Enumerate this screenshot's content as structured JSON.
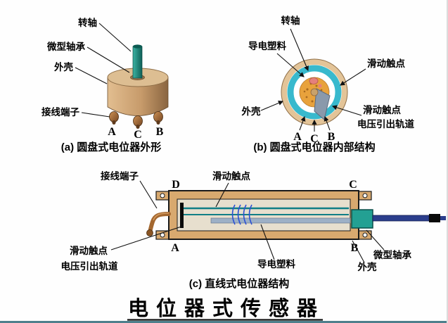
{
  "title": "电位器式传感器",
  "panel_a": {
    "caption": "(a) 圆盘式电位器外形",
    "labels": {
      "shaft": "转轴",
      "bearing": "微型轴承",
      "housing": "外壳",
      "terminal": "接线端子"
    },
    "pins": {
      "a": "A",
      "c": "C",
      "b": "B"
    }
  },
  "panel_b": {
    "caption": "(b) 圆盘式电位器内部结构",
    "labels": {
      "shaft": "转轴",
      "plastic": "导电塑料",
      "contact": "滑动触点",
      "housing": "外壳",
      "track1": "滑动触点",
      "track2": "电压引出轨道"
    },
    "pins": {
      "a": "A",
      "c": "C",
      "b": "B"
    }
  },
  "panel_c": {
    "caption": "(c) 直线式电位器结构",
    "labels": {
      "terminal": "接线端子",
      "contact": "滑动触点",
      "bearing": "微型轴承",
      "housing": "外壳",
      "plastic": "导电塑料",
      "track1": "滑动触点",
      "track2": "电压引出轨道"
    },
    "corners": {
      "d": "D",
      "c": "C",
      "a": "A",
      "b": "B"
    }
  },
  "colors": {
    "tan": "#C79B6B",
    "teal_shaft": "#1F8F80",
    "cyan_ring": "#38B9CD",
    "orange_core": "#E8A23C",
    "copper": "#A3672F",
    "navy_rod": "#2B3E8C",
    "bearing_green": "#23A093"
  }
}
